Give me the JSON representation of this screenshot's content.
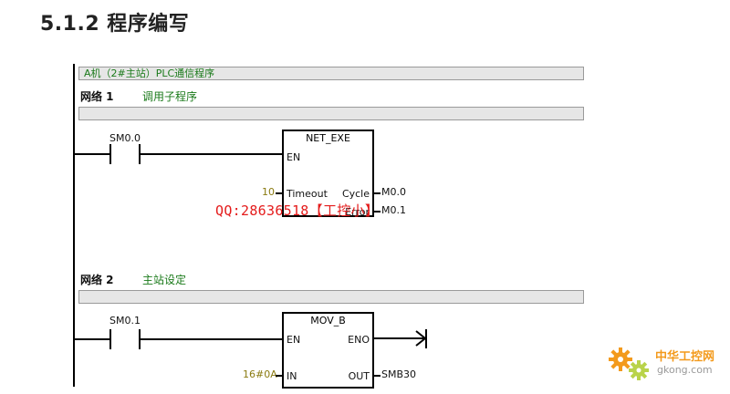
{
  "heading": "5.1.2 程序编写",
  "program_title": "A机（2#主站）PLC通信程序",
  "networks": [
    {
      "label": "网络 1",
      "comment": "调用子程序",
      "contact": "SM0.0",
      "block": {
        "name": "NET_EXE",
        "pins": {
          "en": "EN",
          "timeout": "Timeout",
          "cycle": "Cycle",
          "error": "Error"
        },
        "timeout_value": "10",
        "cycle_output": "M0.0",
        "error_output": "M0.1"
      }
    },
    {
      "label": "网络 2",
      "comment": "主站设定",
      "contact": "SM0.1",
      "block": {
        "name": "MOV_B",
        "pins": {
          "en": "EN",
          "eno": "ENO",
          "in": "IN",
          "out": "OUT"
        },
        "in_value": "16#0A",
        "out_value": "SMB30"
      }
    }
  ],
  "watermark": "QQ:28636518【工控小】",
  "logo": {
    "text": "中华工控网",
    "url": "gkong.com"
  },
  "colors": {
    "comment_green": "#1a7a1a",
    "constant": "#8a7a10",
    "watermark": "#e41b1b",
    "logo_orange": "#f39a1c"
  }
}
